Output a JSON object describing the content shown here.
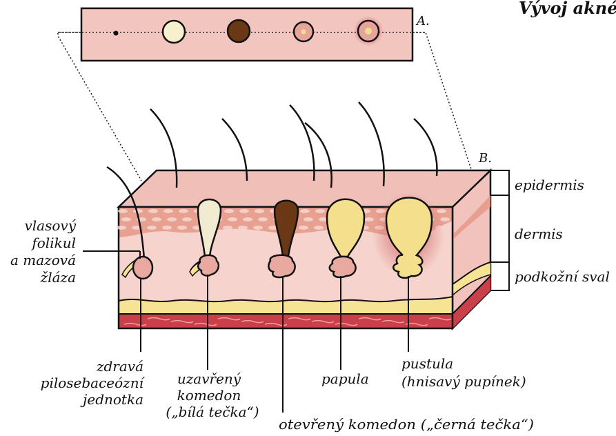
{
  "title": "Vývoj akné",
  "panel_labels": {
    "a": "A.",
    "b": "B."
  },
  "layers": {
    "epidermis": "epidermis",
    "dermis": "dermis",
    "muscle": "podkožní sval"
  },
  "follicle_label": [
    "vlasový",
    "folikul",
    "a mazová",
    "žláza"
  ],
  "stages": {
    "healthy": [
      "zdravá",
      "pilosebaceózní",
      "jednotka"
    ],
    "closed": [
      "uzavřený",
      "komedon",
      "(„bílá tečka“)"
    ],
    "open": "otevřený komedon („černá tečka“)",
    "papule": "papula",
    "pustule": [
      "pustula",
      "(hnisavý pupínek)"
    ]
  },
  "colors": {
    "skin_top": "#f2c2bd",
    "skin_front": "#f6d3cc",
    "dermis_band": "#e8a090",
    "fat": "#f6e394",
    "muscle": "#c9404a",
    "whitehead": "#f1ebd2",
    "blackhead": "#6a3814",
    "pus": "#f4df8c",
    "gland": "#e9a9a0"
  }
}
